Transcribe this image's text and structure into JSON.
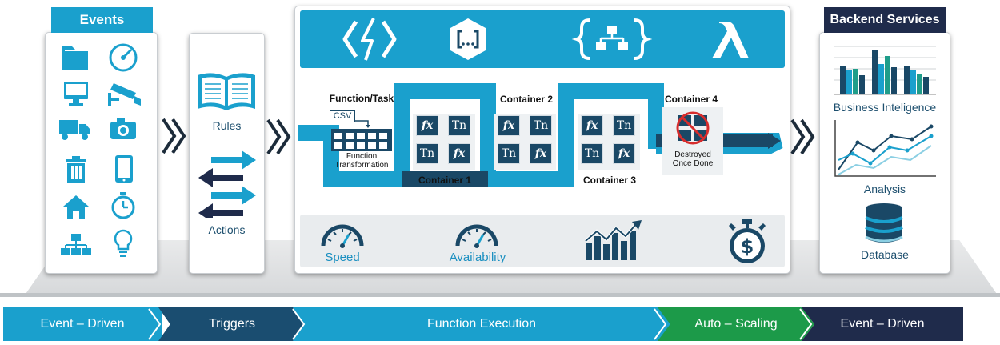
{
  "events": {
    "title": "Events",
    "icons": [
      "folder-icon",
      "gauge-icon",
      "monitor-icon",
      "camera-security-icon",
      "truck-icon",
      "camera-icon",
      "trash-icon",
      "tablet-icon",
      "home-icon",
      "stopwatch-icon",
      "hierarchy-icon",
      "lightbulb-icon"
    ]
  },
  "triggers": {
    "rules_label": "Rules",
    "actions_label": "Actions"
  },
  "execution": {
    "top_icons": [
      "azure-functions-icon",
      "json-icon",
      "structure-icon",
      "lambda-icon"
    ],
    "function_task_label": "Function/Task",
    "csv_label": "CSV",
    "function_transformation_label": "Function Transformation",
    "container_labels": [
      "Container 1",
      "Container 2",
      "Container 3",
      "Container 4"
    ],
    "fx_symbol": "fx",
    "tn_symbol": "Tn",
    "destroyed_label": "Destroyed Once Done",
    "bottom": {
      "speed_label": "Speed",
      "availability_label": "Availability"
    }
  },
  "backend": {
    "title": "Backend Services",
    "bi_label": "Business Inteligence",
    "analysis_label": "Analysis",
    "database_label": "Database"
  },
  "phases": [
    {
      "label": "Event – Driven",
      "color": "#1aa0cd"
    },
    {
      "label": "Triggers",
      "color": "#1a4d70"
    },
    {
      "label": "Function Execution",
      "color": "#1aa0cd"
    },
    {
      "label": "Auto – Scaling",
      "color": "#1c9a49"
    },
    {
      "label": "Event – Driven",
      "color": "#1f2b4b"
    }
  ],
  "colors": {
    "primary": "#1aa0cd",
    "dark": "#1a4866",
    "navy": "#1f2b4b",
    "green": "#1c9a49",
    "red": "#d62d2d"
  }
}
